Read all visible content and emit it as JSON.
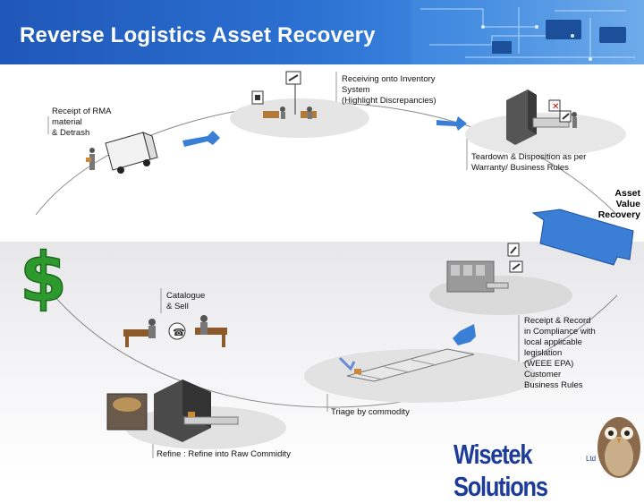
{
  "title": "Reverse Logistics Asset Recovery",
  "steps": {
    "receipt_rma": "Receipt of RMA\nmaterial\n& Detrash",
    "receiving": "Receiving onto Inventory\nSystem\n(Highlight Discrepancies)",
    "teardown": "Teardown & Disposition as per\nWarranty/ Business Rules",
    "asset_value": "Asset\nValue\nRecovery",
    "catalogue": "Catalogue\n& Sell",
    "receipt_record": "Receipt & Record\nin Compliance with\nlocal applicable\nlegislation\n (WEEE EPA)\nCustomer\nBusiness Rules",
    "triage": "Triage by commodity",
    "refine": "Refine : Refine into Raw Commidity"
  },
  "logo": {
    "name": "Wisetek Solutions",
    "suffix": "Ltd"
  },
  "colors": {
    "header": "#2a6fd0",
    "arrow": "#3a7fd5",
    "dollar": "#2e9a2e",
    "logo": "#1d3c9a"
  }
}
